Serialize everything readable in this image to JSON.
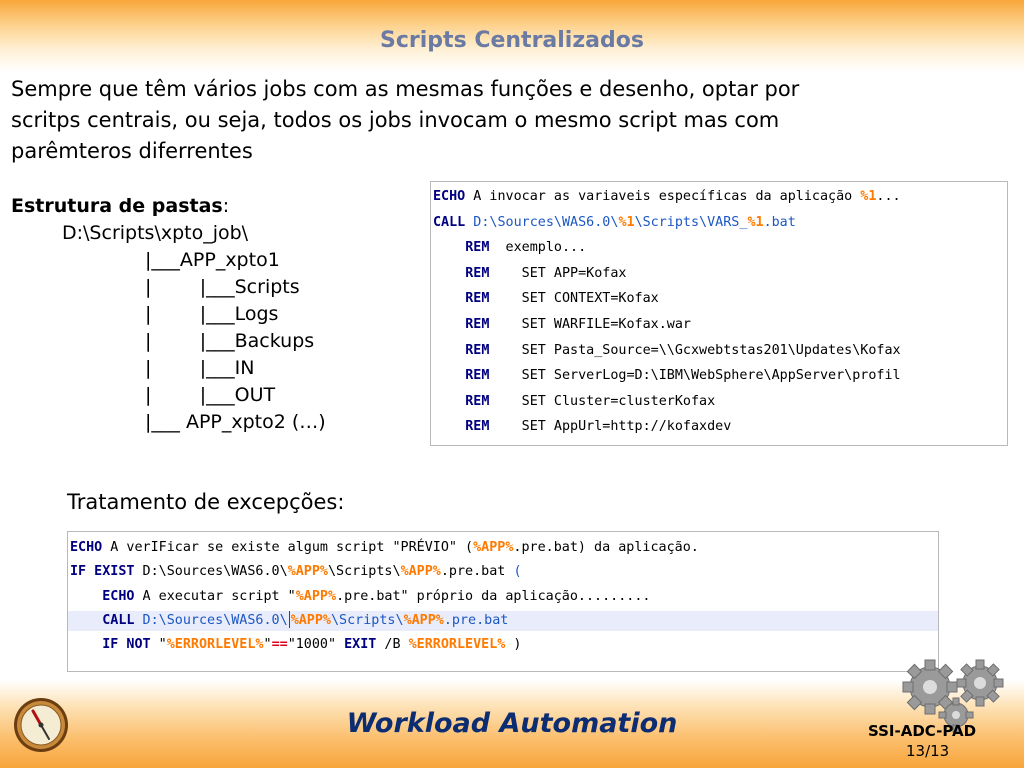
{
  "title": "Scripts Centralizados",
  "intro": [
    "Sempre que têm vários jobs com as mesmas funções e desenho, optar por",
    "scritps centrais, ou seja, todos os jobs invocam o mesmo script mas com",
    "parêmteros diferrentes"
  ],
  "tree": {
    "heading_bold": "Estrutura de pastas",
    "heading_colon": ":",
    "lines": [
      "D:\\Scripts\\xpto_job\\",
      "|___APP_xpto1",
      "|        |___Scripts",
      "|        |___Logs",
      "|        |___Backups",
      "|        |___IN",
      "|        |___OUT",
      "|___ APP_xpto2 (…)"
    ]
  },
  "code1": {
    "lines": [
      [
        {
          "t": "ECHO",
          "c": "kw"
        },
        {
          "t": " A invocar as variaveis específicas da aplicação ",
          "c": "txt"
        },
        {
          "t": "%1",
          "c": "var"
        },
        {
          "t": "...",
          "c": "txt"
        }
      ],
      [
        {
          "t": "CALL",
          "c": "kw"
        },
        {
          "t": " D:\\Sources\\WAS6.0\\",
          "c": "path"
        },
        {
          "t": "%1",
          "c": "var"
        },
        {
          "t": "\\Scripts\\VARS_",
          "c": "path"
        },
        {
          "t": "%1",
          "c": "var"
        },
        {
          "t": ".bat",
          "c": "path"
        }
      ],
      [
        {
          "t": "    REM",
          "c": "kw"
        },
        {
          "t": "  exemplo...",
          "c": "txt"
        }
      ],
      [
        {
          "t": "    REM",
          "c": "kw"
        },
        {
          "t": "    SET APP=Kofax",
          "c": "txt"
        }
      ],
      [
        {
          "t": "    REM",
          "c": "kw"
        },
        {
          "t": "    SET CONTEXT=Kofax",
          "c": "txt"
        }
      ],
      [
        {
          "t": "    REM",
          "c": "kw"
        },
        {
          "t": "    SET WARFILE=Kofax.war",
          "c": "txt"
        }
      ],
      [
        {
          "t": "    REM",
          "c": "kw"
        },
        {
          "t": "    SET Pasta_Source=\\\\Gcxwebtstas201\\Updates\\Kofax",
          "c": "txt"
        }
      ],
      [
        {
          "t": "    REM",
          "c": "kw"
        },
        {
          "t": "    SET ServerLog=D:\\IBM\\WebSphere\\AppServer\\profil",
          "c": "txt"
        }
      ],
      [
        {
          "t": "    REM",
          "c": "kw"
        },
        {
          "t": "    SET Cluster=clusterKofax",
          "c": "txt"
        }
      ],
      [
        {
          "t": "    REM",
          "c": "kw"
        },
        {
          "t": "    SET AppUrl=http://kofaxdev",
          "c": "txt"
        }
      ]
    ]
  },
  "section2": "Tratamento de excepções:",
  "code2": {
    "lines": [
      [
        {
          "t": "ECHO",
          "c": "kw"
        },
        {
          "t": " A verIFicar se existe algum script \"PRÉVIO\" (",
          "c": "txt"
        },
        {
          "t": "%APP%",
          "c": "var"
        },
        {
          "t": ".pre.bat) da aplicação.",
          "c": "txt"
        }
      ],
      [
        {
          "t": "IF EXIST",
          "c": "kw"
        },
        {
          "t": " D:\\Sources\\WAS6.0\\",
          "c": "txt"
        },
        {
          "t": "%APP%",
          "c": "var"
        },
        {
          "t": "\\Scripts\\",
          "c": "txt"
        },
        {
          "t": "%APP%",
          "c": "var"
        },
        {
          "t": ".pre.bat ",
          "c": "txt"
        },
        {
          "t": "(",
          "c": "path"
        }
      ],
      [
        {
          "t": "    ECHO",
          "c": "kw"
        },
        {
          "t": " A executar script \"",
          "c": "txt"
        },
        {
          "t": "%APP%",
          "c": "var"
        },
        {
          "t": ".pre.bat\" próprio da aplicação.........",
          "c": "txt"
        }
      ],
      [
        {
          "t": "    CALL",
          "c": "kw"
        },
        {
          "t": " D:\\Sources\\WAS6.0\\",
          "c": "path"
        },
        {
          "t": "|",
          "c": "caret"
        },
        {
          "t": "%APP%",
          "c": "var"
        },
        {
          "t": "\\Scripts\\",
          "c": "path"
        },
        {
          "t": "%APP%",
          "c": "var"
        },
        {
          "t": ".pre.bat",
          "c": "path"
        }
      ],
      [
        {
          "t": "    IF NOT",
          "c": "kw"
        },
        {
          "t": " \"",
          "c": "txt"
        },
        {
          "t": "%ERRORLEVEL%",
          "c": "var"
        },
        {
          "t": "\"",
          "c": "txt"
        },
        {
          "t": "==",
          "c": "op"
        },
        {
          "t": "\"1000\" ",
          "c": "txt"
        },
        {
          "t": "EXIT",
          "c": "kw"
        },
        {
          "t": " /B ",
          "c": "txt"
        },
        {
          "t": "%ERRORLEVEL%",
          "c": "var"
        },
        {
          "t": " )",
          "c": "txt"
        }
      ]
    ],
    "highlight_line": 3
  },
  "footer": {
    "title": "Workload Automation",
    "org": "SSI-ADC-PAD",
    "page": "13/13"
  },
  "colors": {
    "accent_orange": "#f8a53a",
    "title_blue": "#6b7aa3",
    "footer_blue": "#0c2d72",
    "keyword": "#000080",
    "variable": "#ff7a00",
    "path": "#1d57c4"
  }
}
